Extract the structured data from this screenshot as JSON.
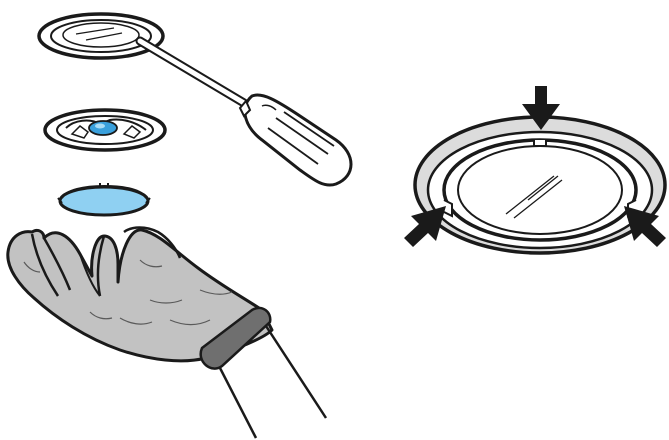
{
  "illustration": {
    "panels": [
      {
        "id": "removal-steps",
        "icon": "screwdriver-prying-lamp-cover"
      },
      {
        "id": "refit-cover",
        "icon": "lamp-cover-with-three-press-arrows"
      }
    ],
    "parts": [
      "lamp-cover-ring",
      "screwdriver",
      "bulb-holder",
      "glass-lens",
      "gloved-hand"
    ],
    "press_arrows": 3,
    "colors": {
      "outline": "#1a1a1a",
      "lens_blue": "#8fd0f2",
      "bulb_blue": "#3aa0dc",
      "glove_grey": "#c2c2c2",
      "cuff_grey": "#6f6f6f",
      "ring_grey": "#dcdcdc"
    }
  }
}
